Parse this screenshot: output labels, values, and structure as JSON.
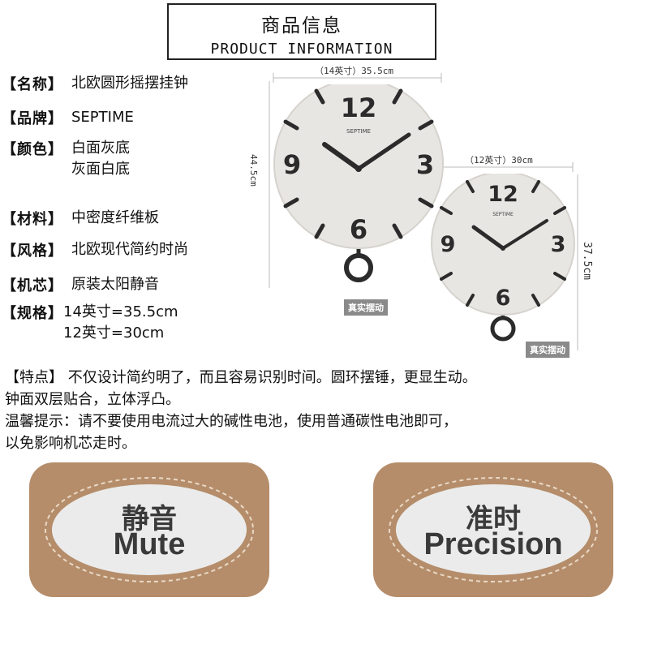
{
  "title": {
    "cn": "商品信息",
    "en": "PRODUCT INFORMATION"
  },
  "specs": [
    {
      "key": "【名称】",
      "lines": [
        "北欧圆形摇摆挂钟"
      ]
    },
    {
      "key": "【品牌】",
      "lines": [
        "SEPTIME"
      ]
    },
    {
      "key": "【颜色】",
      "lines": [
        "白面灰底",
        "灰面白底"
      ]
    },
    {
      "key": "【材料】",
      "lines": [
        "中密度纤维板"
      ]
    },
    {
      "key": "【风格】",
      "lines": [
        "北欧现代简约时尚"
      ]
    },
    {
      "key": "【机芯】",
      "lines": [
        "原装太阳静音"
      ]
    },
    {
      "key": "【规格】",
      "lines": [
        "14英寸=35.5cm",
        "12英寸=30cm"
      ]
    }
  ],
  "clock_large": {
    "width_label": "（14英寸）35.5cm",
    "height_label": "44.5cm",
    "brand": "SEPTIME",
    "tag": "真实摆动"
  },
  "clock_small": {
    "width_label": "（12英寸）30cm",
    "height_label": "37.5cm",
    "brand": "SEPTIME",
    "tag": "真实摆动"
  },
  "clock_numerals": [
    "12",
    "3",
    "6",
    "9"
  ],
  "features": [
    "【特点】 不仅设计简约明了，而且容易识别时间。圆环摆锤，更显生动。",
    "钟面双层贴合，立体浮凸。",
    "温馨提示：请不要使用电流过大的碱性电池，使用普通碳性电池即可，",
    "以免影响机芯走时。"
  ],
  "badges": [
    {
      "cn": "静音",
      "en": "Mute"
    },
    {
      "cn": "准时",
      "en": "Precision"
    }
  ],
  "colors": {
    "clock_face": "#e8e6e2",
    "clock_ink": "#2b2b2b",
    "badge_frame": "#b58d6a",
    "badge_oval": "#ebebeb"
  }
}
